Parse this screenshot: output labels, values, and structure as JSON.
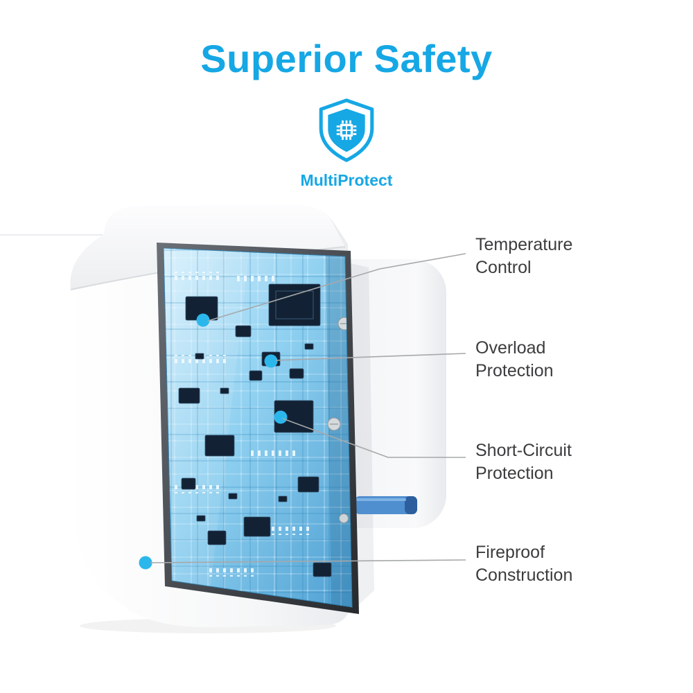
{
  "title": "Superior Safety",
  "badge": {
    "label": "MultiProtect",
    "icon": "shield-chip-icon"
  },
  "callouts": [
    {
      "label": "Temperature Control"
    },
    {
      "label": "Overload Protection"
    },
    {
      "label": "Short-Circuit Protection"
    },
    {
      "label": "Fireproof Construction"
    }
  ],
  "illustration": {
    "subject": "white wall charger cutaway revealing blue circuit board with USB connector"
  },
  "colors": {
    "accent": "#16a7e5",
    "label_text": "#3c3c3e",
    "leader_line": "#a6a8aa",
    "dot_blue": "#2cb7ec",
    "pcb_blue": "#7cc5ec",
    "body_white": "#f7f8f9"
  }
}
